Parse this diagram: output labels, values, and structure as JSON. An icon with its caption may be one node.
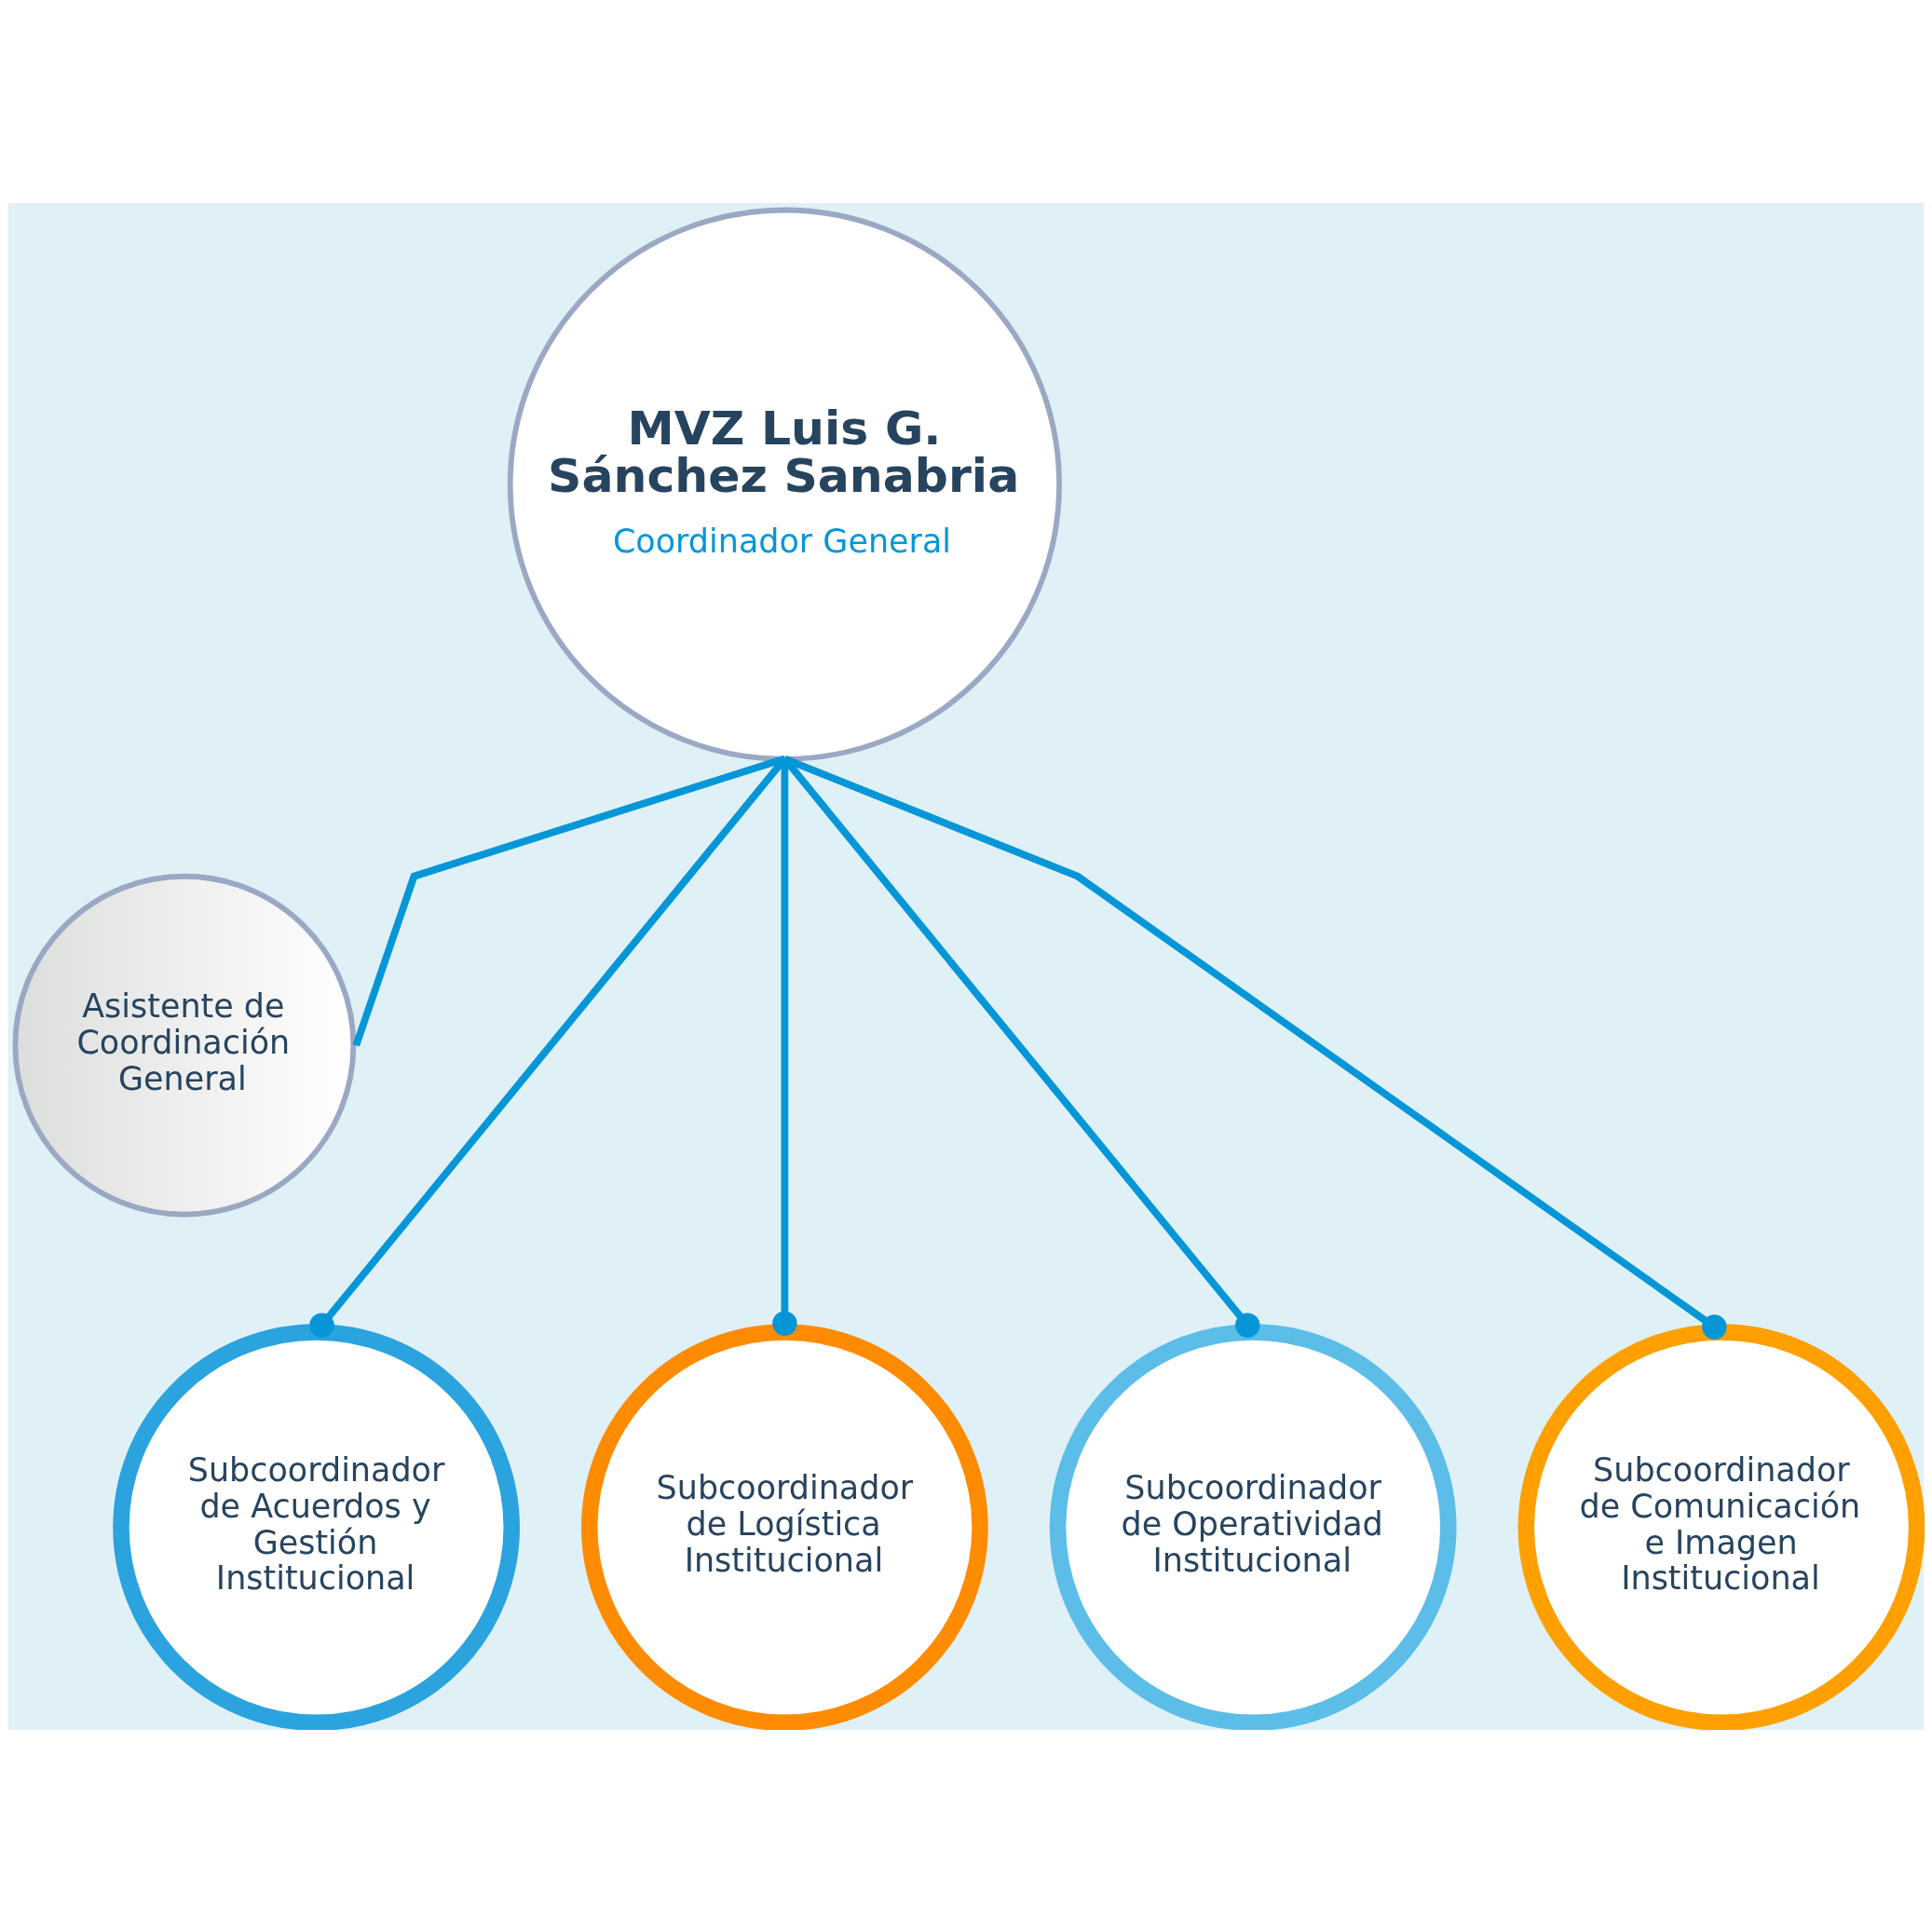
{
  "diagram": {
    "nodes": [
      {
        "text": [
          "MVZ Luis G. Sánchez Sanabria",
          "Coordinador General"
        ]
      },
      {
        "text": [
          "Asistente de Coordinación General"
        ]
      },
      {
        "text": [
          "Subcoordinador de Acuerdos y Gestión Institucional"
        ]
      },
      {
        "text": [
          "Subcoordinador de Logística Institucional"
        ]
      },
      {
        "text": [
          "Subcoordinador de Operatividad Institucional"
        ]
      },
      {
        "text": [
          "Subcoordinador de Comunicación e Imagen Institucional"
        ]
      }
    ],
    "edges": [
      {
        "from": 0,
        "to": 1,
        "arrow": "none"
      },
      {
        "from": 0,
        "to": 2,
        "arrow": "other"
      },
      {
        "from": 0,
        "to": 3,
        "arrow": "other"
      },
      {
        "from": 0,
        "to": 4,
        "arrow": "other"
      },
      {
        "from": 0,
        "to": 5,
        "arrow": "other"
      }
    ]
  }
}
